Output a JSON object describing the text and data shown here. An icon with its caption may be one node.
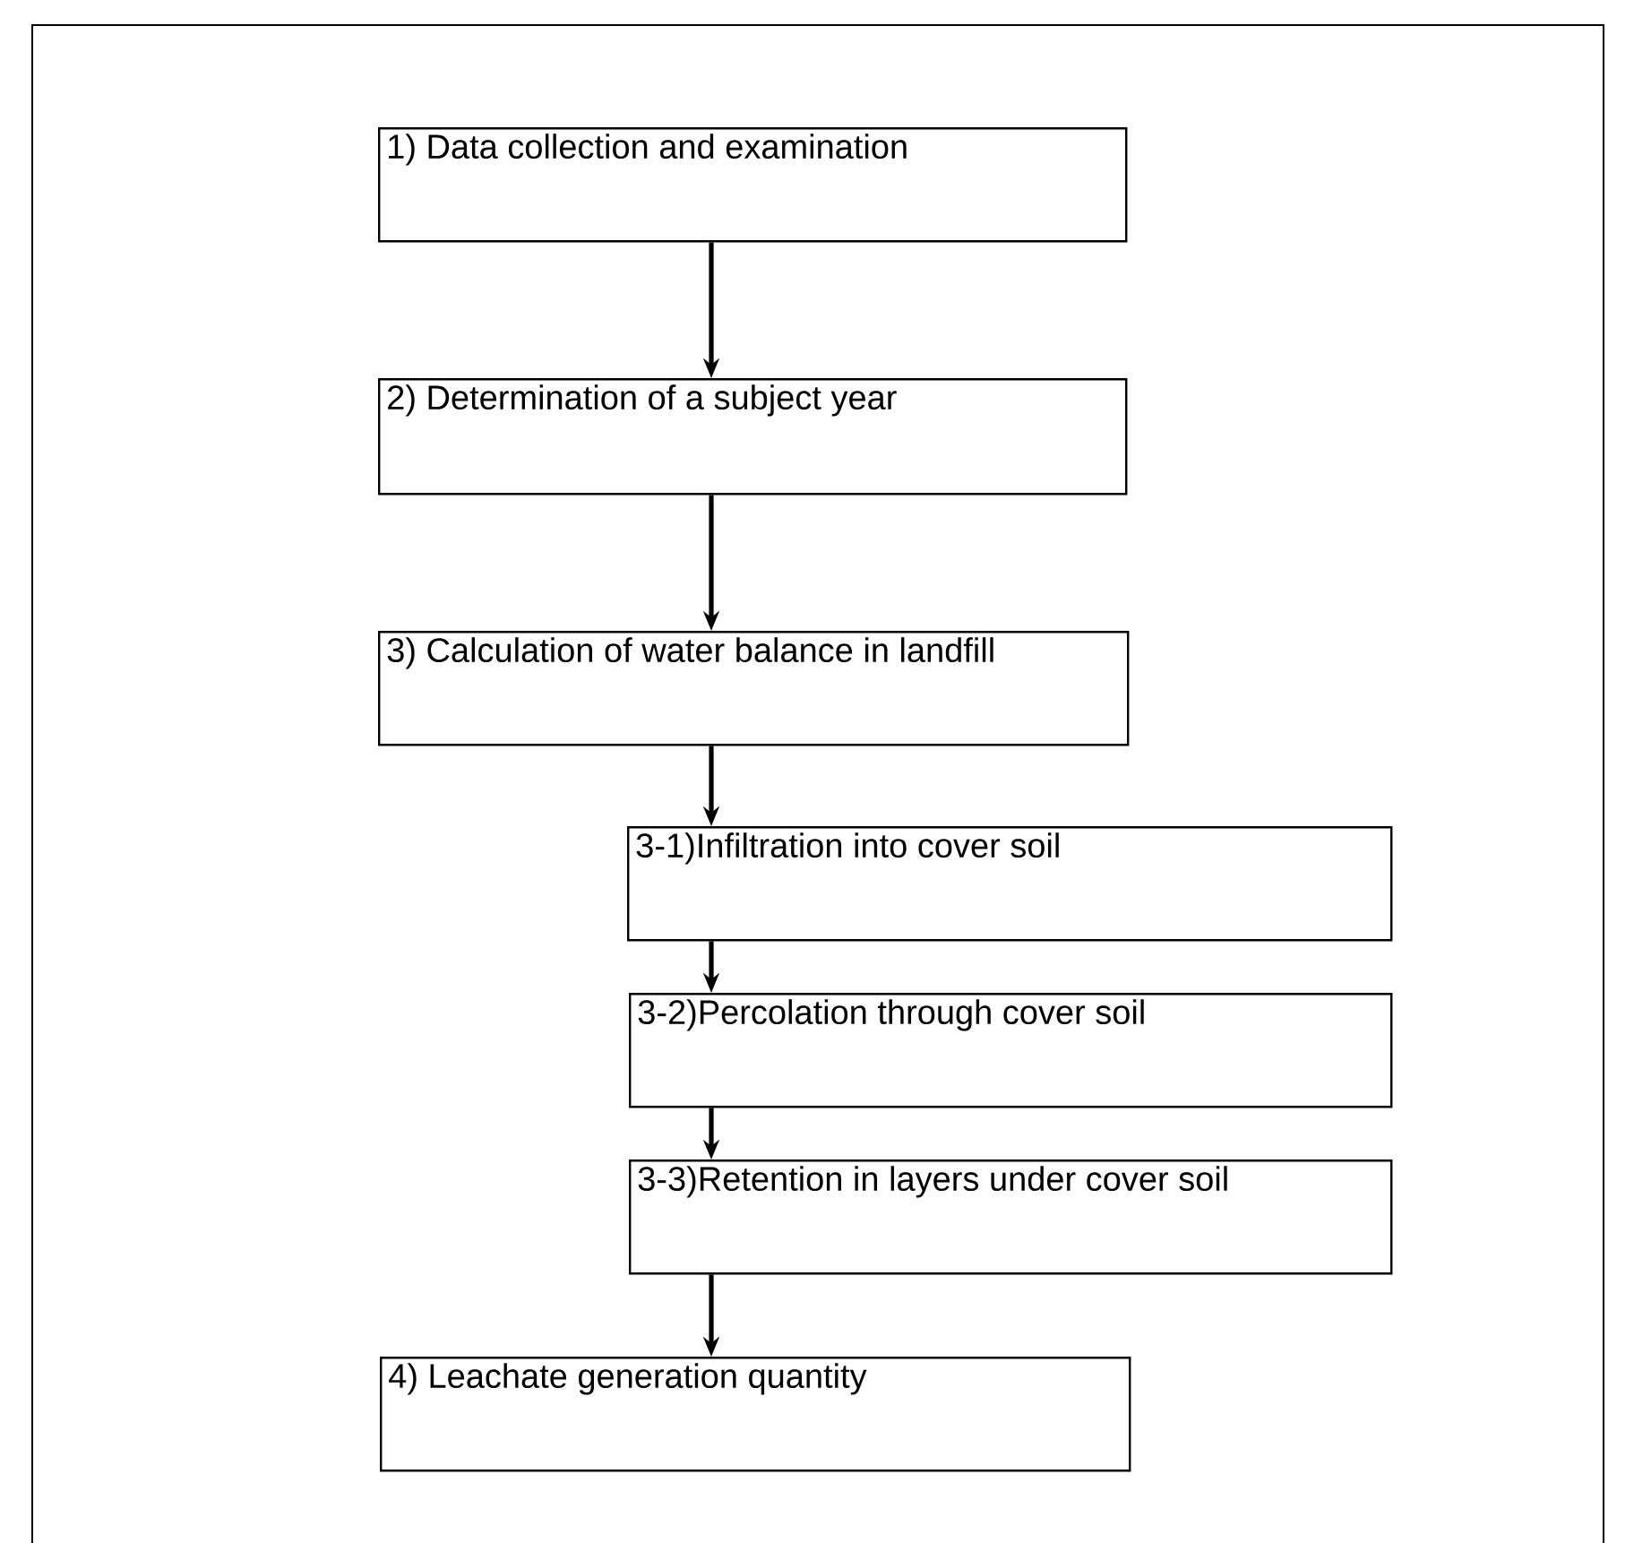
{
  "diagram": {
    "nodes": [
      {
        "text": [
          "1) Data collection and examination"
        ]
      },
      {
        "text": [
          "2) Determination of a subject year"
        ]
      },
      {
        "text": [
          "3) Calculation of water balance in landfill"
        ]
      },
      {
        "text": [
          "3-1)Infiltration into cover soil"
        ]
      },
      {
        "text": [
          "3-2)Percolation through cover soil"
        ]
      },
      {
        "text": [
          "3-3)Retention in layers under cover soil"
        ]
      },
      {
        "text": [
          "4) Leachate generation quantity"
        ]
      }
    ],
    "edges": [
      {
        "from": 0,
        "to": 1,
        "arrow": "to"
      },
      {
        "from": 1,
        "to": 2,
        "arrow": "to"
      },
      {
        "from": 2,
        "to": 3,
        "arrow": "to"
      },
      {
        "from": 3,
        "to": 4,
        "arrow": "to"
      },
      {
        "from": 4,
        "to": 5,
        "arrow": "to"
      },
      {
        "from": 5,
        "to": 6,
        "arrow": "to"
      }
    ]
  }
}
